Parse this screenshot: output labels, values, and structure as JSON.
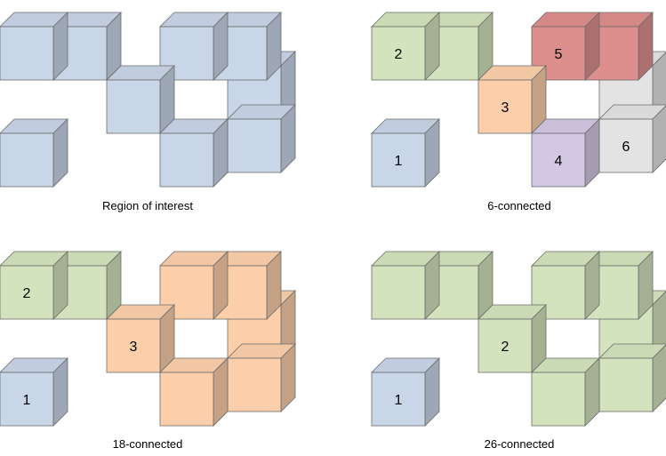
{
  "colors": {
    "blue": "#c9d6e8",
    "green": "#d2e3bd",
    "orange": "#fccfaa",
    "red": "#dd8f8d",
    "purple": "#d3c8e3",
    "gray": "#e3e3e3"
  },
  "panels": [
    {
      "caption": "Region of interest",
      "components": [
        {
          "id": "a",
          "color": "blue",
          "label": ""
        },
        {
          "id": "b",
          "color": "blue",
          "label": ""
        },
        {
          "id": "c",
          "color": "blue",
          "label": ""
        },
        {
          "id": "d",
          "color": "blue",
          "label": ""
        },
        {
          "id": "e",
          "color": "blue",
          "label": ""
        },
        {
          "id": "f",
          "color": "blue",
          "label": ""
        }
      ]
    },
    {
      "caption": "6-connected",
      "components": [
        {
          "id": "a",
          "color": "blue",
          "label": "1"
        },
        {
          "id": "b",
          "color": "green",
          "label": "2"
        },
        {
          "id": "c",
          "color": "orange",
          "label": "3"
        },
        {
          "id": "d",
          "color": "purple",
          "label": "4"
        },
        {
          "id": "e",
          "color": "red",
          "label": "5"
        },
        {
          "id": "f",
          "color": "gray",
          "label": "6"
        }
      ]
    },
    {
      "caption": "18-connected",
      "components": [
        {
          "id": "a",
          "color": "blue",
          "label": "1"
        },
        {
          "id": "b",
          "color": "green",
          "label": "2"
        },
        {
          "id": "c",
          "color": "orange",
          "label": "3"
        },
        {
          "id": "d",
          "color": "orange",
          "label": ""
        },
        {
          "id": "e",
          "color": "orange",
          "label": ""
        },
        {
          "id": "f",
          "color": "orange",
          "label": ""
        }
      ]
    },
    {
      "caption": "26-connected",
      "components": [
        {
          "id": "a",
          "color": "blue",
          "label": "1"
        },
        {
          "id": "b",
          "color": "green",
          "label": ""
        },
        {
          "id": "c",
          "color": "green",
          "label": "2"
        },
        {
          "id": "d",
          "color": "green",
          "label": ""
        },
        {
          "id": "e",
          "color": "green",
          "label": ""
        },
        {
          "id": "f",
          "color": "green",
          "label": ""
        }
      ]
    }
  ]
}
